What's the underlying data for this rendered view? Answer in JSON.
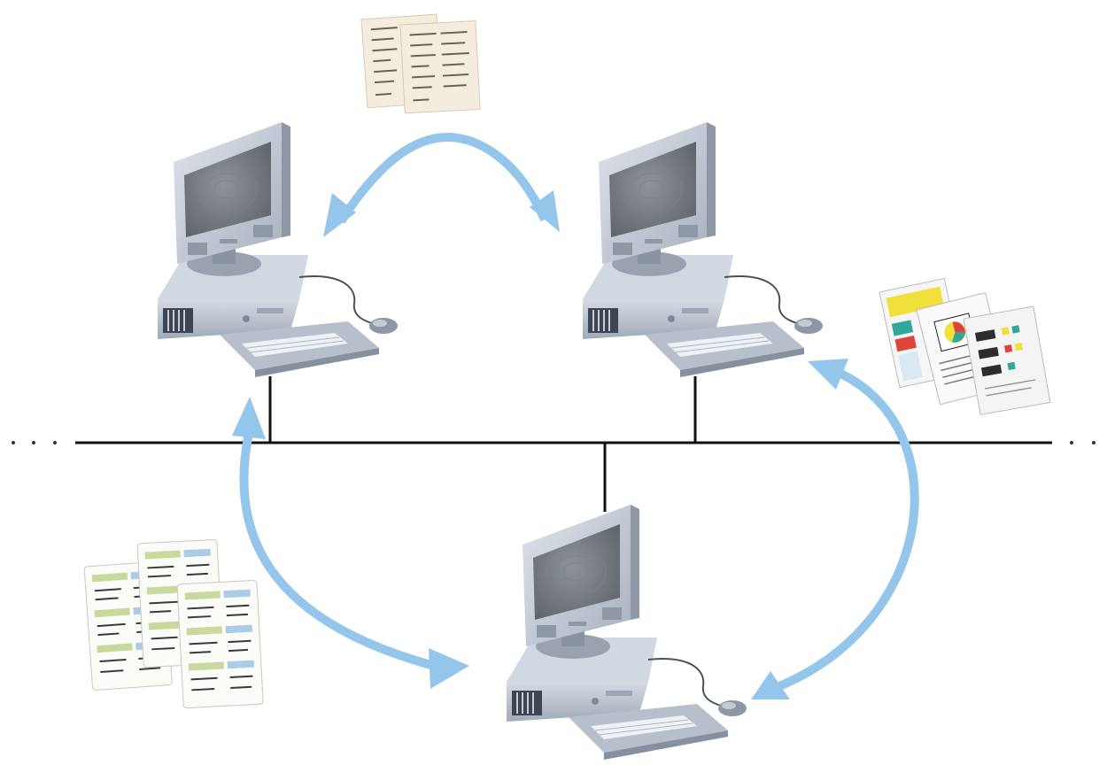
{
  "diagram": {
    "topology": "bus",
    "bus_continues_both_ends": true,
    "nodes": [
      {
        "id": "pc-top-left",
        "icon": "desktop-computer-icon"
      },
      {
        "id": "pc-top-right",
        "icon": "desktop-computer-icon"
      },
      {
        "id": "pc-bottom",
        "icon": "desktop-computer-icon"
      }
    ],
    "exchanges": [
      {
        "between": [
          "pc-top-left",
          "pc-top-right"
        ],
        "payload_icon": "text-documents-icon"
      },
      {
        "between": [
          "pc-top-right",
          "pc-bottom"
        ],
        "payload_icon": "chart-documents-icon"
      },
      {
        "between": [
          "pc-top-left",
          "pc-bottom"
        ],
        "payload_icon": "spreadsheet-documents-icon"
      }
    ],
    "arrow_style": "double-headed",
    "colors": {
      "arrow": "#93c6ea",
      "bus_line": "#111111",
      "computer_body": "#c3cad6",
      "computer_dark": "#7b8595",
      "screen": "#6d737a",
      "paper": "#f4ecdd",
      "table_green": "#c9d89c",
      "table_blue": "#a9cde6",
      "chart_yellow": "#f1e03a",
      "chart_teal": "#2fa79a",
      "chart_red": "#e0433a"
    }
  }
}
